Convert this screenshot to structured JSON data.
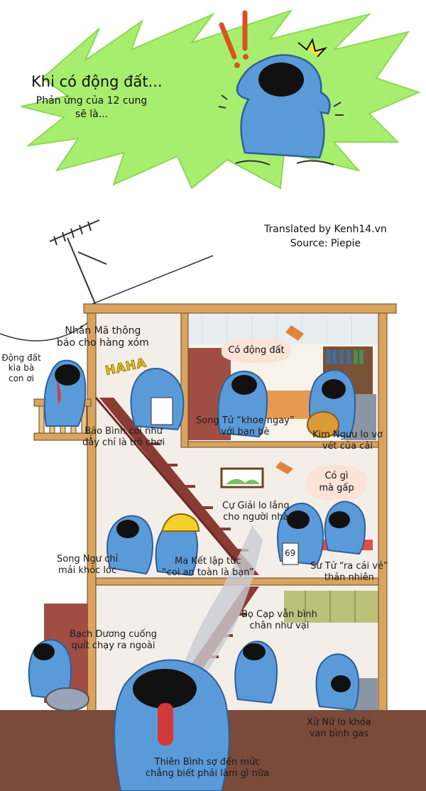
{
  "title": "Khi có động đất...",
  "subtitle": "Phản ứng của 12 cung\nsẽ là...",
  "credit": {
    "translated": "Translated by Kenh14.vn",
    "source": "Source: Piepie"
  },
  "bubbles": {
    "co_dong_dat": "Có động đất",
    "co_gi_ma_gap": "Có gì\nmà gấp",
    "dong_dat_kia": "Động đất\nkìa bà\ncon ơi",
    "haha": "HAHA"
  },
  "captions": {
    "nhan_ma": "Nhân Mã thông\nbáo cho hàng xóm",
    "song_tu": "Song Tử “khoe ngay”\nvới bạn bè",
    "kim_nguu": "Kim Ngưu lo vơ\nvét của cải",
    "bao_binh": "Bảo Bình coi như\nđây chỉ là trò chơi",
    "cu_giai": "Cự Giải lo lắng\ncho người nhà",
    "song_ngu": "Song Ngư chỉ\nmải khóc lóc",
    "ma_ket": "Ma Kết lập tức\n“coi an toàn là bạn”",
    "su_tu": "Sư Tử “ra cái vẻ”\nthản nhiên",
    "bo_cap": "Bọ Cạp vẫn bình\nchân như vại",
    "bach_duong": "Bạch Dương cuống\nquít chạy ra ngoài",
    "xu_nu": "Xử Nữ lo khóa\nvan bình gas",
    "thien_binh": "Thiên Bình sợ đến mức\nchẳng biết phải làm gì nữa"
  },
  "sign_number": "69",
  "colors": {
    "splash_green": "#a8ee6e",
    "character_blue": "#5b9ad8",
    "house_wood": "#d9a45f",
    "stair_red": "#8a3b32",
    "ground_brown": "#7a4a3a",
    "bubble_pink": "#fbe3d8"
  }
}
